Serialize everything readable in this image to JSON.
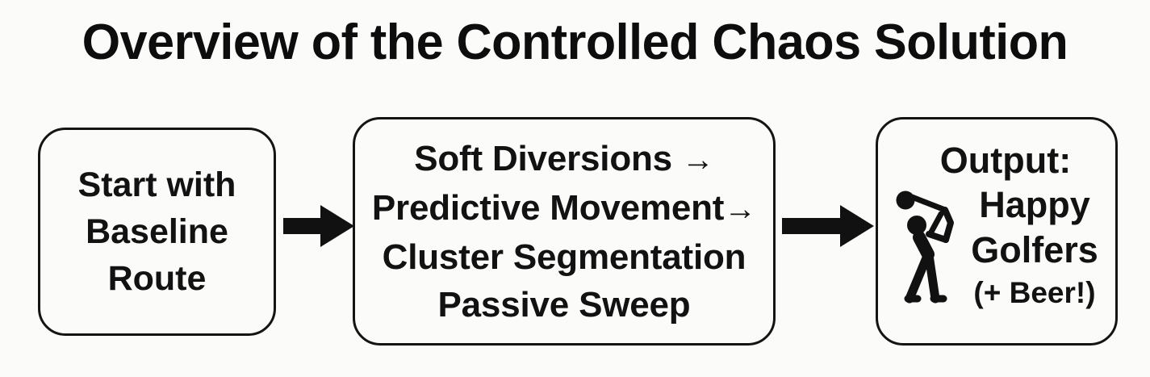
{
  "title": "Overview of the Controlled Chaos Solution",
  "theme": {
    "background": "#fbfbf9",
    "ink": "#121212",
    "border": "#141414"
  },
  "flow": {
    "boxes": [
      {
        "id": "start",
        "name": "start-box",
        "lines": [
          "Start with",
          "Baseline",
          "Route"
        ]
      },
      {
        "id": "process",
        "name": "process-box",
        "lines": [
          "Soft Diversions →",
          "Predictive Movement→",
          "Cluster Segmentation",
          "Passive Sweep"
        ],
        "steps": [
          "Soft Diversions",
          "Predictive Movement",
          "Cluster Segmentation",
          "Passive Sweep"
        ]
      },
      {
        "id": "output",
        "name": "output-box",
        "heading": "Output:",
        "lines": [
          "Happy",
          "Golfers"
        ],
        "note": "(+ Beer!)",
        "icon": "golfer-icon"
      }
    ],
    "arrows": [
      {
        "id": "arrow-1",
        "name": "flow-arrow-start-to-process",
        "direction": "right"
      },
      {
        "id": "arrow-2",
        "name": "flow-arrow-process-to-output",
        "direction": "right"
      }
    ]
  }
}
